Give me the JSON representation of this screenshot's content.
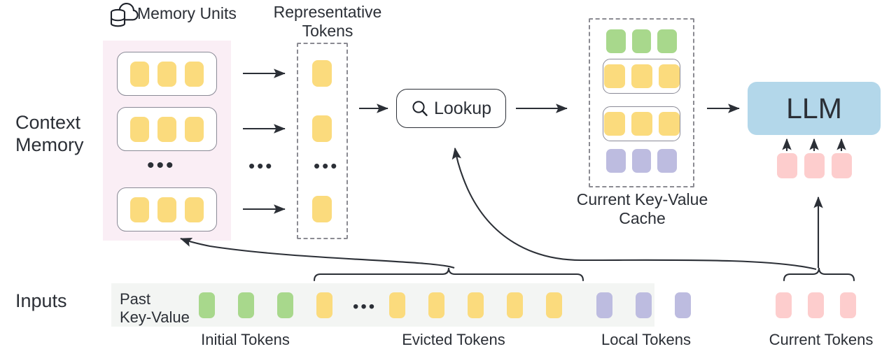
{
  "diagram": {
    "title": "Context Memory LLM KV-cache lookup architecture",
    "row_labels": {
      "context_memory": "Context\nMemory",
      "inputs": "Inputs"
    },
    "memory_units": {
      "header": "Memory Units",
      "icon": "cloud-database-icon",
      "unit_count_shown": 3,
      "chips_per_unit": 3,
      "ellipsis": "•••",
      "panel_color": "#faeef5",
      "chip_color": "#fbdb7d"
    },
    "representative_tokens": {
      "header": "Representative\nTokens",
      "chips_shown": 3,
      "ellipsis": "•••",
      "chip_color": "#fbdb7d",
      "border_style": "dashed"
    },
    "lookup": {
      "label": "Lookup",
      "icon": "search-icon"
    },
    "kv_cache": {
      "caption": "Current Key-Value\nCache",
      "rows": [
        {
          "name": "initial-tokens-row",
          "color": "#a8d88c",
          "count": 3,
          "bordered": false
        },
        {
          "name": "retrieved-memory-row-1",
          "color": "#fbdb7d",
          "count": 3,
          "bordered": true
        },
        {
          "name": "retrieved-memory-row-2",
          "color": "#fbdb7d",
          "count": 3,
          "bordered": true
        },
        {
          "name": "local-tokens-row",
          "color": "#bdbce0",
          "count": 3,
          "bordered": false
        }
      ],
      "border_style": "dashed"
    },
    "llm": {
      "label": "LLM",
      "box_color": "#b3d7ea",
      "input_chips": {
        "count": 3,
        "color": "#fdcdcd"
      }
    },
    "inputs_row": {
      "strip_color": "#f3f5f3",
      "past_kv_label": "Past\nKey-Value",
      "ellipsis": "•••",
      "tokens": [
        {
          "color": "#a8d88c",
          "group": "initial"
        },
        {
          "color": "#a8d88c",
          "group": "initial"
        },
        {
          "color": "#a8d88c",
          "group": "initial"
        },
        {
          "color": "#fbdb7d",
          "group": "evicted"
        },
        {
          "color": "#fbdb7d",
          "group": "evicted"
        },
        {
          "color": "#fbdb7d",
          "group": "evicted"
        },
        {
          "color": "#fbdb7d",
          "group": "evicted"
        },
        {
          "color": "#fbdb7d",
          "group": "evicted"
        },
        {
          "color": "#fbdb7d",
          "group": "evicted"
        },
        {
          "color": "#bdbce0",
          "group": "local"
        },
        {
          "color": "#bdbce0",
          "group": "local"
        },
        {
          "color": "#bdbce0",
          "group": "local"
        }
      ],
      "current_tokens": [
        {
          "color": "#fdcdcd"
        },
        {
          "color": "#fdcdcd"
        },
        {
          "color": "#fdcdcd"
        }
      ],
      "group_labels": {
        "initial": "Initial Tokens",
        "evicted": "Evicted Tokens",
        "local": "Local Tokens",
        "current": "Current Tokens"
      }
    },
    "colors": {
      "yellow": "#fbdb7d",
      "green": "#a8d88c",
      "purple": "#bdbce0",
      "pink_chip": "#fdcdcd",
      "blue_box": "#b3d7ea",
      "pink_panel": "#faeef5",
      "strip_gray": "#f3f5f3",
      "stroke": "#2b2f36",
      "dashed_stroke": "#8b8b92"
    }
  }
}
